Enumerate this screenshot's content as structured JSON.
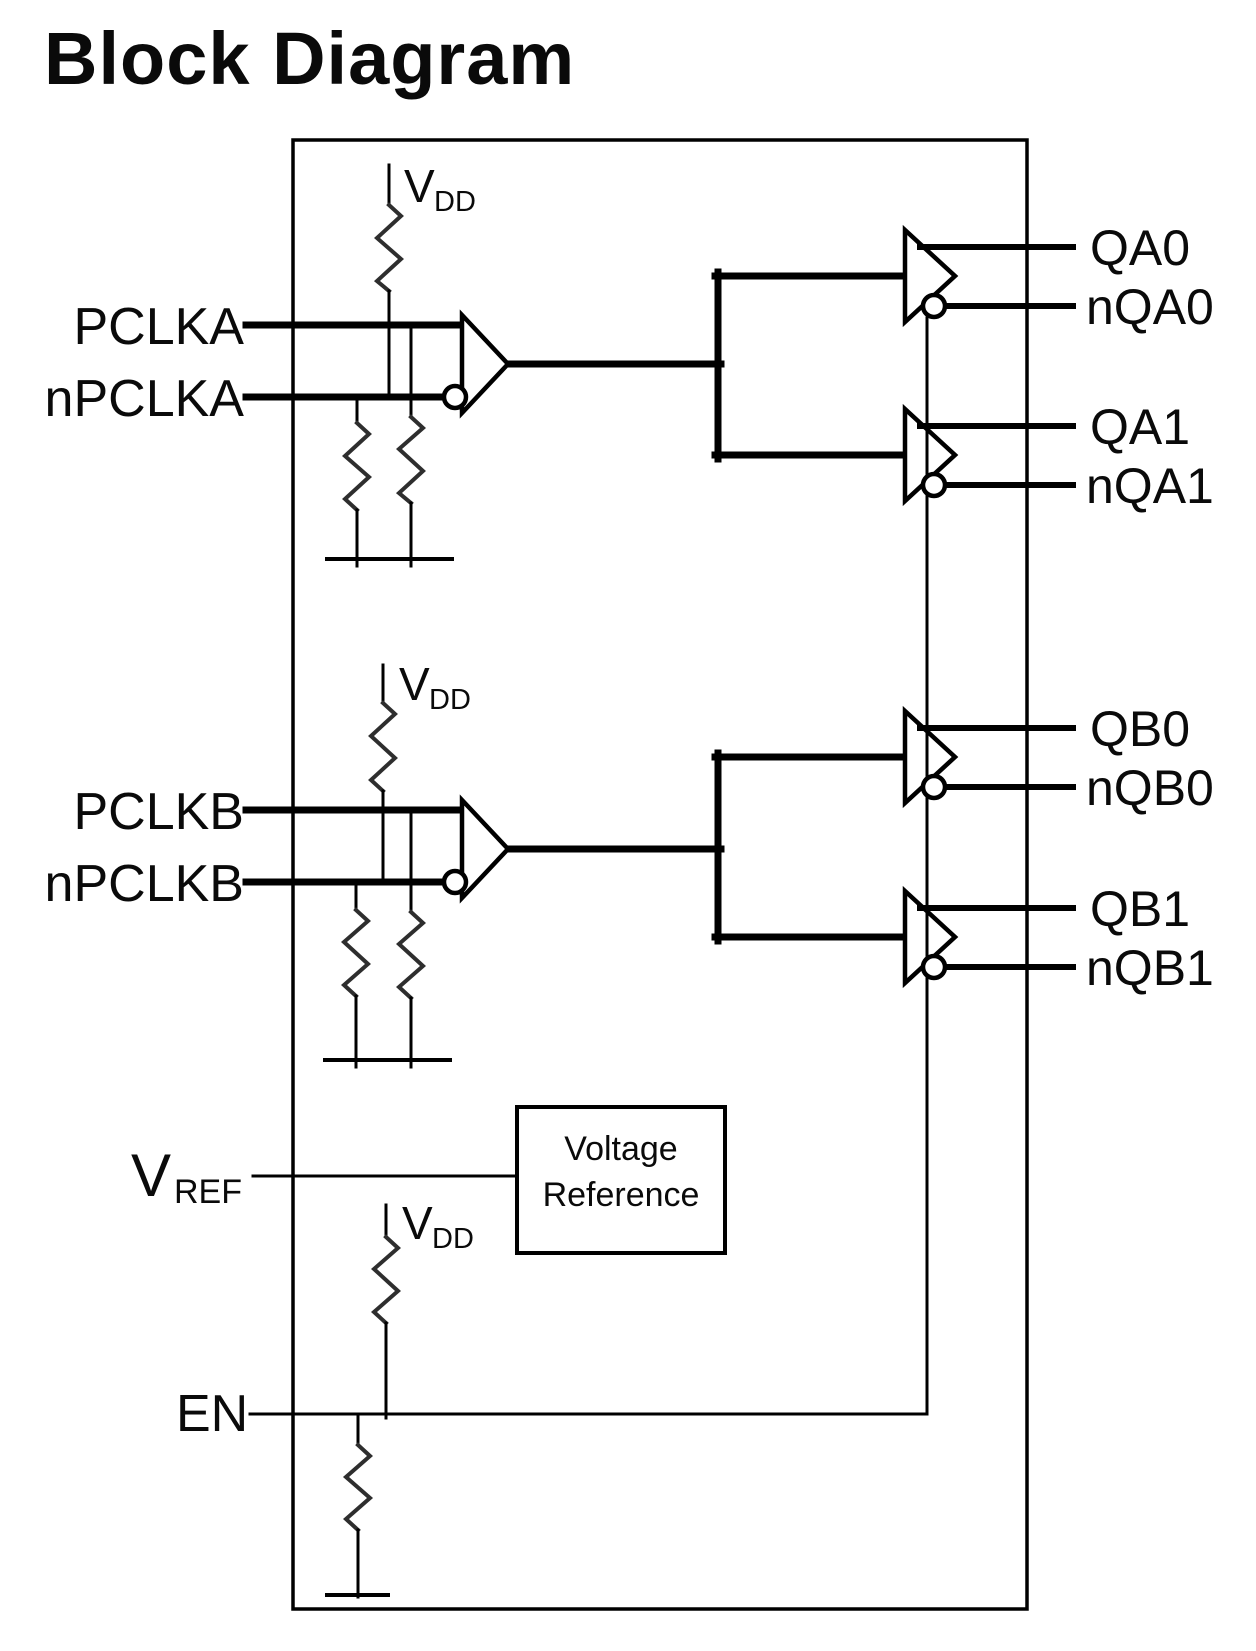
{
  "title": "Block Diagram",
  "colors": {
    "line": "#000000",
    "text": "#0a0a0a",
    "background": "#ffffff"
  },
  "power": {
    "vdd_main": "V",
    "vdd_sub": "DD"
  },
  "inputs": {
    "pclka": "PCLKA",
    "npclka": "nPCLKA",
    "pclkb": "PCLKB",
    "npclkb": "nPCLKB",
    "vref_main": "V",
    "vref_sub": "REF",
    "en": "EN"
  },
  "outputs": [
    "QA0",
    "nQA0",
    "QA1",
    "nQA1",
    "QB0",
    "nQB0",
    "QB1",
    "nQB1"
  ],
  "voltage_reference": {
    "line1": "Voltage",
    "line2": "Reference"
  }
}
